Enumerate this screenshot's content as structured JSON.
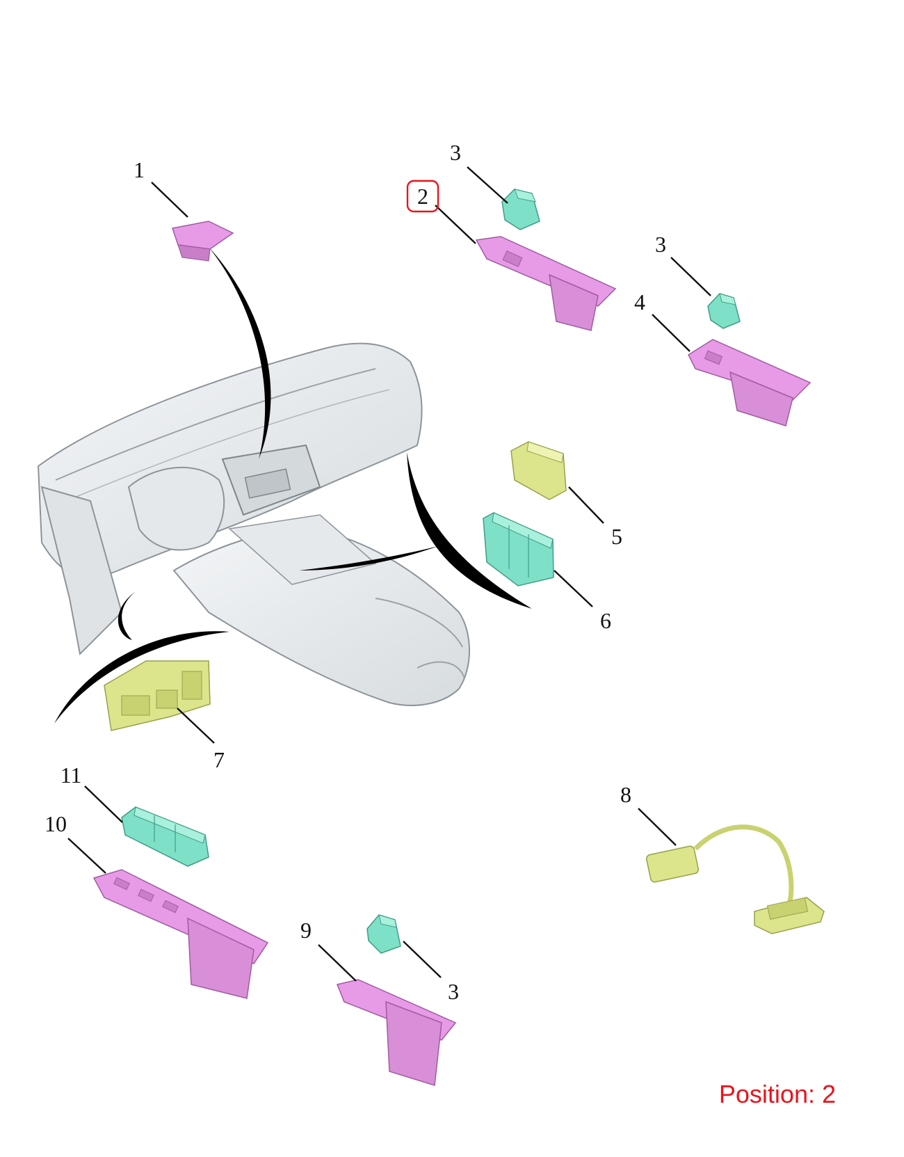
{
  "diagram": {
    "callouts": [
      {
        "id": "c1",
        "label": "1"
      },
      {
        "id": "c2",
        "label": "2",
        "highlighted": true
      },
      {
        "id": "c3a",
        "label": "3"
      },
      {
        "id": "c3b",
        "label": "3"
      },
      {
        "id": "c3c",
        "label": "3"
      },
      {
        "id": "c4",
        "label": "4"
      },
      {
        "id": "c5",
        "label": "5"
      },
      {
        "id": "c6",
        "label": "6"
      },
      {
        "id": "c7",
        "label": "7"
      },
      {
        "id": "c8",
        "label": "8"
      },
      {
        "id": "c9",
        "label": "9"
      },
      {
        "id": "c10",
        "label": "10"
      },
      {
        "id": "c11",
        "label": "11"
      }
    ],
    "highlight_color": "#e8141c",
    "part_colors": {
      "pink": "#e79ae6",
      "teal": "#7fe0c8",
      "yellow": "#dde58c",
      "dashboard": "#e9ecef"
    }
  },
  "footer": {
    "position_text": "Position: 2"
  }
}
